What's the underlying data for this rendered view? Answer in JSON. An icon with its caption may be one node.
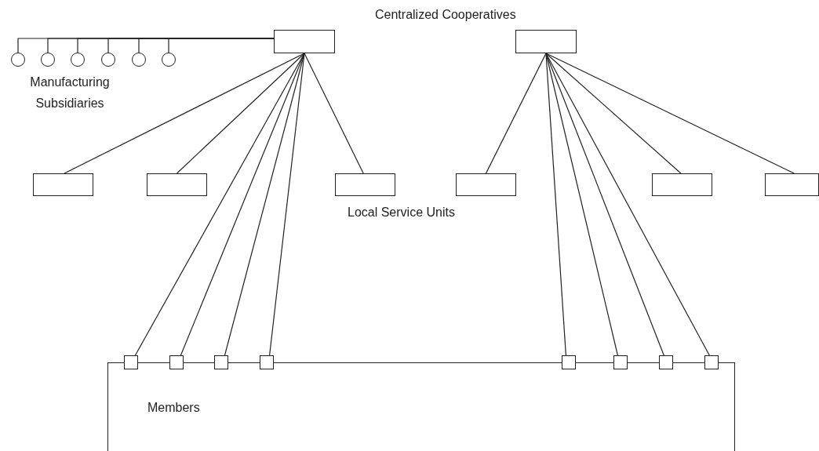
{
  "diagram": {
    "nodes": [
      {
        "text": [],
        "shape": "box"
      },
      {
        "text": [],
        "shape": "box"
      },
      {
        "text": [],
        "shape": "circle"
      },
      {
        "text": [],
        "shape": "circle"
      },
      {
        "text": [],
        "shape": "circle"
      },
      {
        "text": [],
        "shape": "circle"
      },
      {
        "text": [],
        "shape": "circle"
      },
      {
        "text": [],
        "shape": "circle"
      },
      {
        "text": [],
        "shape": "box"
      },
      {
        "text": [],
        "shape": "box"
      },
      {
        "text": [],
        "shape": "box"
      },
      {
        "text": [],
        "shape": "box"
      },
      {
        "text": [],
        "shape": "box"
      },
      {
        "text": [],
        "shape": "box"
      },
      {
        "text": [
          "Members"
        ]
      },
      {
        "text": [],
        "shape": "box"
      },
      {
        "text": [],
        "shape": "box"
      },
      {
        "text": [],
        "shape": "box"
      },
      {
        "text": [],
        "shape": "box"
      },
      {
        "text": [],
        "shape": "box"
      },
      {
        "text": [],
        "shape": "box"
      },
      {
        "text": [],
        "shape": "box"
      },
      {
        "text": [],
        "shape": "box"
      }
    ],
    "edges": [
      {
        "from": 0,
        "to": 2,
        "arrow": "none"
      },
      {
        "from": 0,
        "to": 3,
        "arrow": "none"
      },
      {
        "from": 0,
        "to": 4,
        "arrow": "none"
      },
      {
        "from": 0,
        "to": 5,
        "arrow": "none"
      },
      {
        "from": 0,
        "to": 6,
        "arrow": "none"
      },
      {
        "from": 0,
        "to": 7,
        "arrow": "none"
      },
      {
        "from": 0,
        "to": 8,
        "arrow": "none"
      },
      {
        "from": 0,
        "to": 9,
        "arrow": "none"
      },
      {
        "from": 0,
        "to": 10,
        "arrow": "none"
      },
      {
        "from": 0,
        "to": 15,
        "arrow": "none"
      },
      {
        "from": 0,
        "to": 16,
        "arrow": "none"
      },
      {
        "from": 0,
        "to": 17,
        "arrow": "none"
      },
      {
        "from": 0,
        "to": 18,
        "arrow": "none"
      },
      {
        "from": 1,
        "to": 11,
        "arrow": "none"
      },
      {
        "from": 1,
        "to": 12,
        "arrow": "none"
      },
      {
        "from": 1,
        "to": 13,
        "arrow": "none"
      },
      {
        "from": 1,
        "to": 19,
        "arrow": "none"
      },
      {
        "from": 1,
        "to": 20,
        "arrow": "none"
      },
      {
        "from": 1,
        "to": 21,
        "arrow": "none"
      },
      {
        "from": 1,
        "to": 22,
        "arrow": "none"
      }
    ],
    "labels": [
      "Centralized Cooperatives",
      "Manufacturing Subsidiaries",
      "Local Service Units"
    ]
  }
}
